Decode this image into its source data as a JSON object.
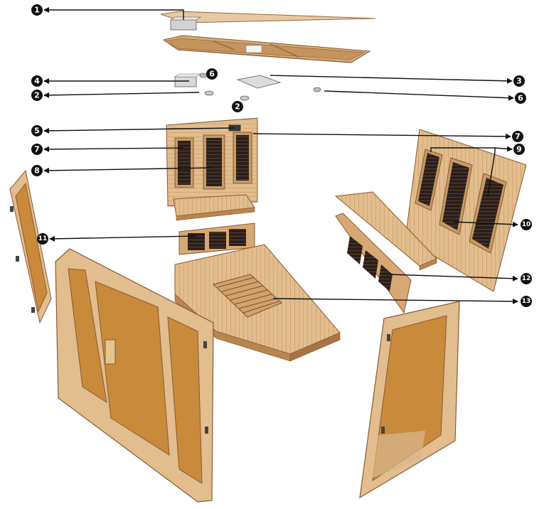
{
  "colors": {
    "wood_light": "#e9c9a0",
    "wood_mid": "#d8a874",
    "wood_dark": "#b9854f",
    "wood_edge": "#8a5a30",
    "glass": "#c98a3c",
    "grill": "#2a1f1a",
    "metal": "#cfcfcf",
    "line": "#111111",
    "badge": "#111111"
  },
  "callouts": [
    {
      "id": "c1",
      "label": "1"
    },
    {
      "id": "c2a",
      "label": "2"
    },
    {
      "id": "c2b",
      "label": "2"
    },
    {
      "id": "c3",
      "label": "3"
    },
    {
      "id": "c4",
      "label": "4"
    },
    {
      "id": "c5",
      "label": "5"
    },
    {
      "id": "c6a",
      "label": "6"
    },
    {
      "id": "c6b",
      "label": "6"
    },
    {
      "id": "c7a",
      "label": "7"
    },
    {
      "id": "c7b",
      "label": "7"
    },
    {
      "id": "c8",
      "label": "8"
    },
    {
      "id": "c9",
      "label": "9"
    },
    {
      "id": "c10",
      "label": "10"
    },
    {
      "id": "c11",
      "label": "11"
    },
    {
      "id": "c12",
      "label": "12"
    },
    {
      "id": "c13",
      "label": "13"
    }
  ]
}
